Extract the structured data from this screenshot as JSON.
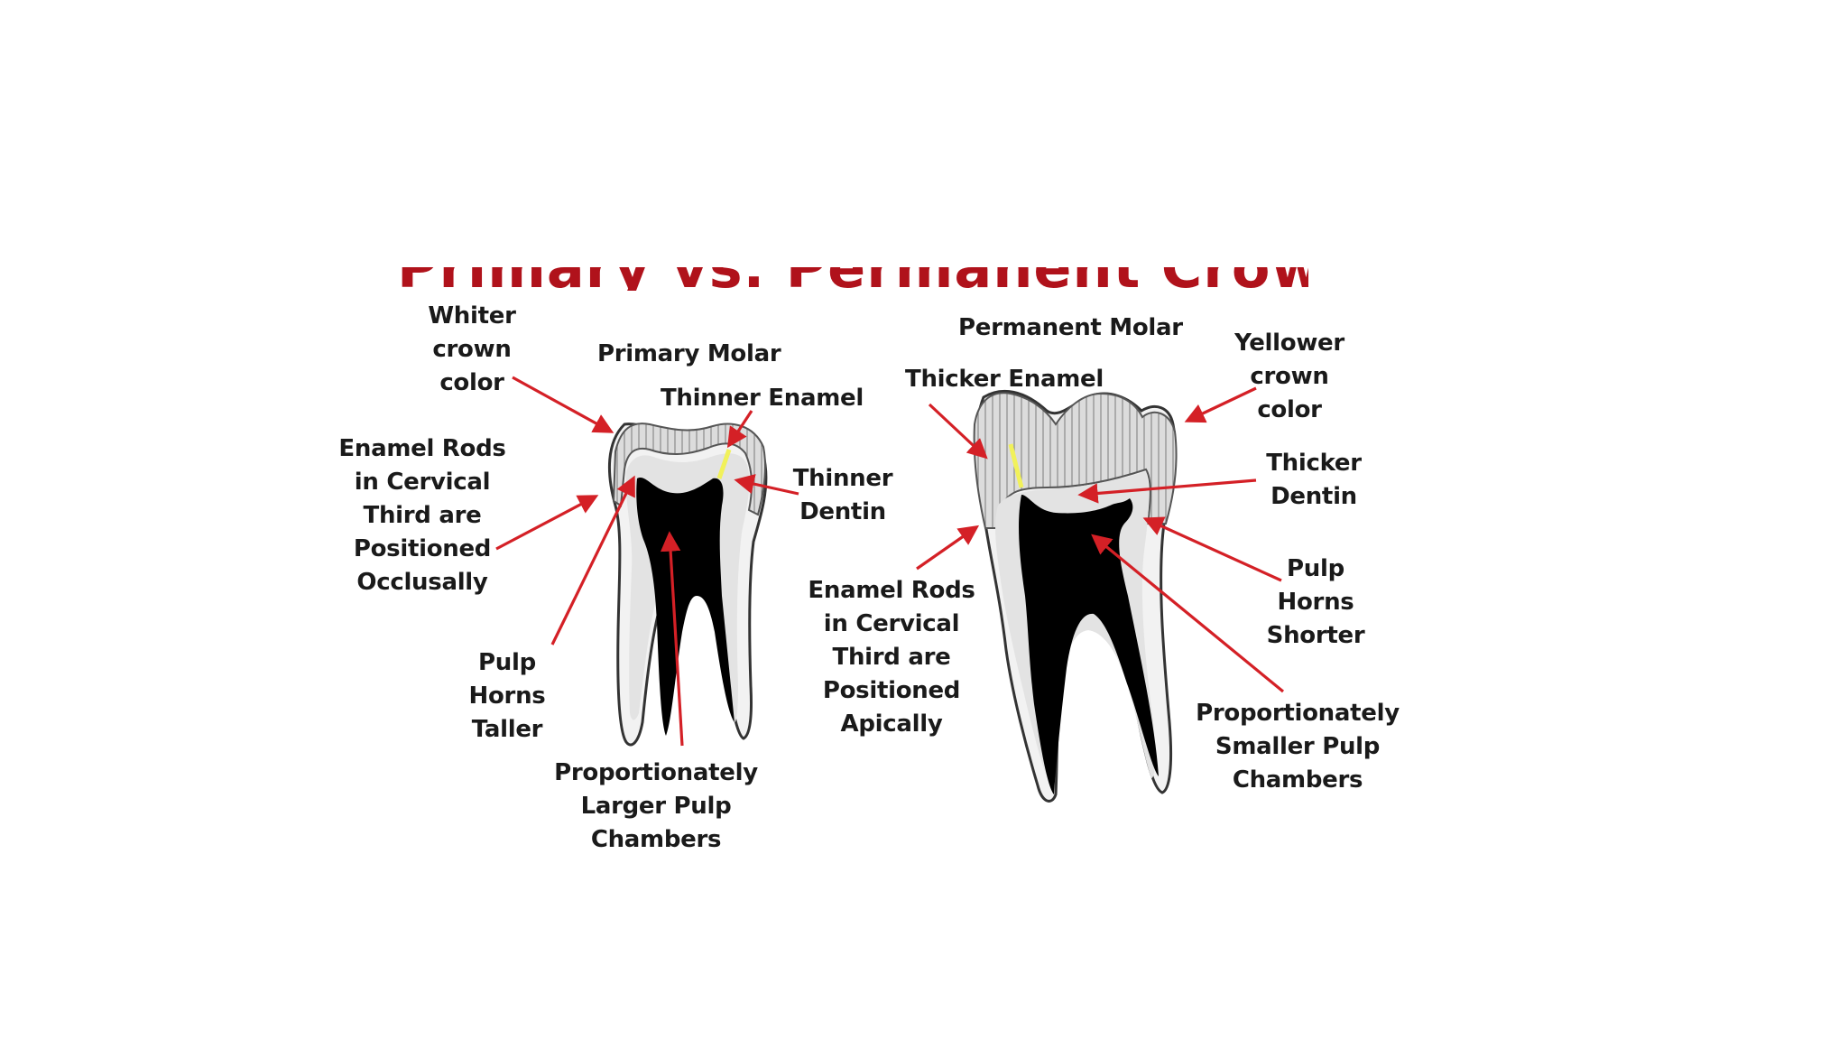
{
  "colors": {
    "arrow": "#d42026",
    "heading": "#b0121b",
    "enamel": "#d9d9d9",
    "dentin": "#e6e6e6",
    "pulp": "#000000",
    "highlight": "#f1f15a"
  },
  "cropped_heading": "Primary vs. Permanent Crowns",
  "primary": {
    "title": "Primary Molar",
    "labels": {
      "crown_color": "Whiter\ncrown\ncolor",
      "enamel": "Thinner Enamel",
      "dentin": "Thinner\nDentin",
      "enamel_rods": "Enamel Rods\nin Cervical\nThird are\nPositioned\nOcclusally",
      "pulp_horns": "Pulp\nHorns\nTaller",
      "pulp_chambers": "Proportionately\nLarger Pulp\nChambers"
    }
  },
  "permanent": {
    "title": "Permanent Molar",
    "labels": {
      "crown_color": "Yellower\ncrown\ncolor",
      "enamel": "Thicker Enamel",
      "dentin": "Thicker\nDentin",
      "enamel_rods": "Enamel Rods\nin Cervical\nThird are\nPositioned\nApically",
      "pulp_horns": "Pulp\nHorns\nShorter",
      "pulp_chambers": "Proportionately\nSmaller Pulp\nChambers"
    }
  }
}
